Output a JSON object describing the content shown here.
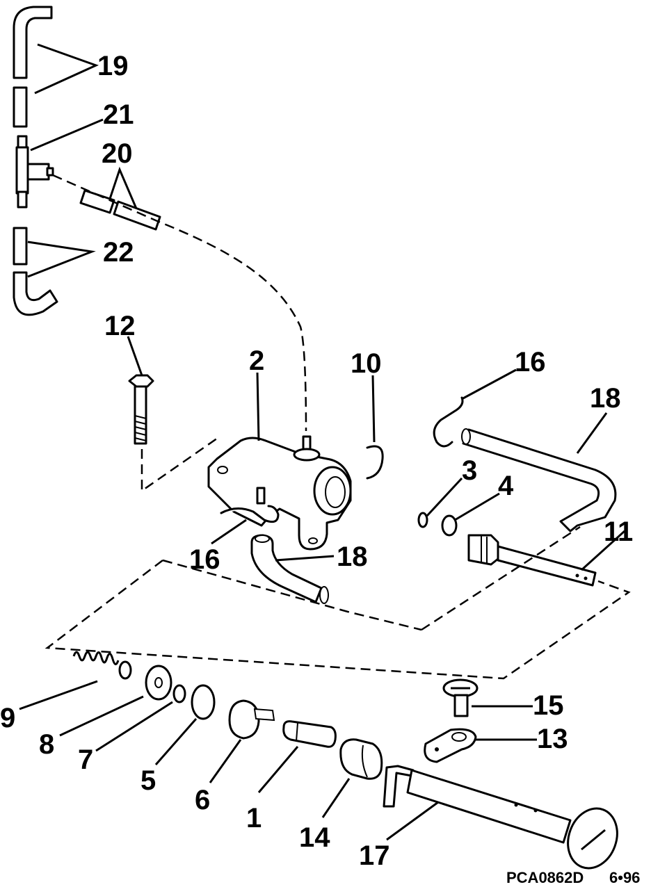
{
  "diagram": {
    "footer": {
      "code": "PCA0862D",
      "date": "6•96"
    },
    "callouts": {
      "c1": "1",
      "c2": "2",
      "c3": "3",
      "c4": "4",
      "c5": "5",
      "c6": "6",
      "c7": "7",
      "c8": "8",
      "c9": "9",
      "c10": "10",
      "c11": "11",
      "c12": "12",
      "c13": "13",
      "c14": "14",
      "c15": "15",
      "c16a": "16",
      "c16b": "16",
      "c17": "17",
      "c18a": "18",
      "c18b": "18",
      "c19": "19",
      "c20": "20",
      "c21": "21",
      "c22": "22"
    }
  }
}
